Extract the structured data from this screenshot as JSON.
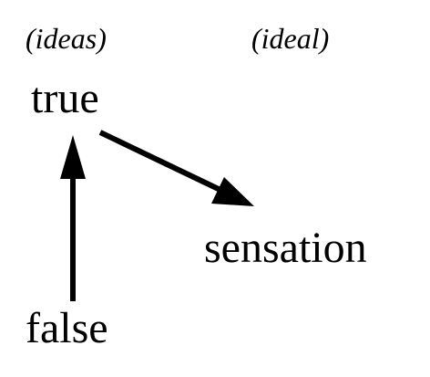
{
  "labels": {
    "ideas": "(ideas)",
    "ideal": "(ideal)",
    "true": "true",
    "sensation": "sensation",
    "false": "false"
  },
  "colors": {
    "ink": "#000000",
    "background": "#ffffff"
  }
}
